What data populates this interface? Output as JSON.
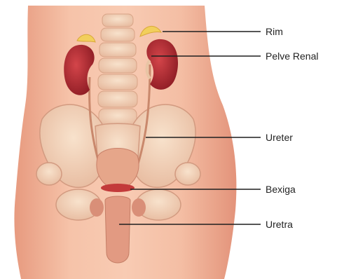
{
  "labels": {
    "rim": "Rim",
    "pelve_renal": "Pelve Renal",
    "ureter": "Ureter",
    "bexiga": "Bexiga",
    "uretra": "Uretra"
  },
  "colors": {
    "background": "#ffffff",
    "skin": "#f0b69a",
    "skin_shadow": "#dc8f74",
    "bone": "#efd0b6",
    "kidney": "#a8232a",
    "adrenal": "#f2cf5c",
    "bladder": "#e3a084",
    "leader_line": "#1f1f1f",
    "label_text": "#222222"
  }
}
